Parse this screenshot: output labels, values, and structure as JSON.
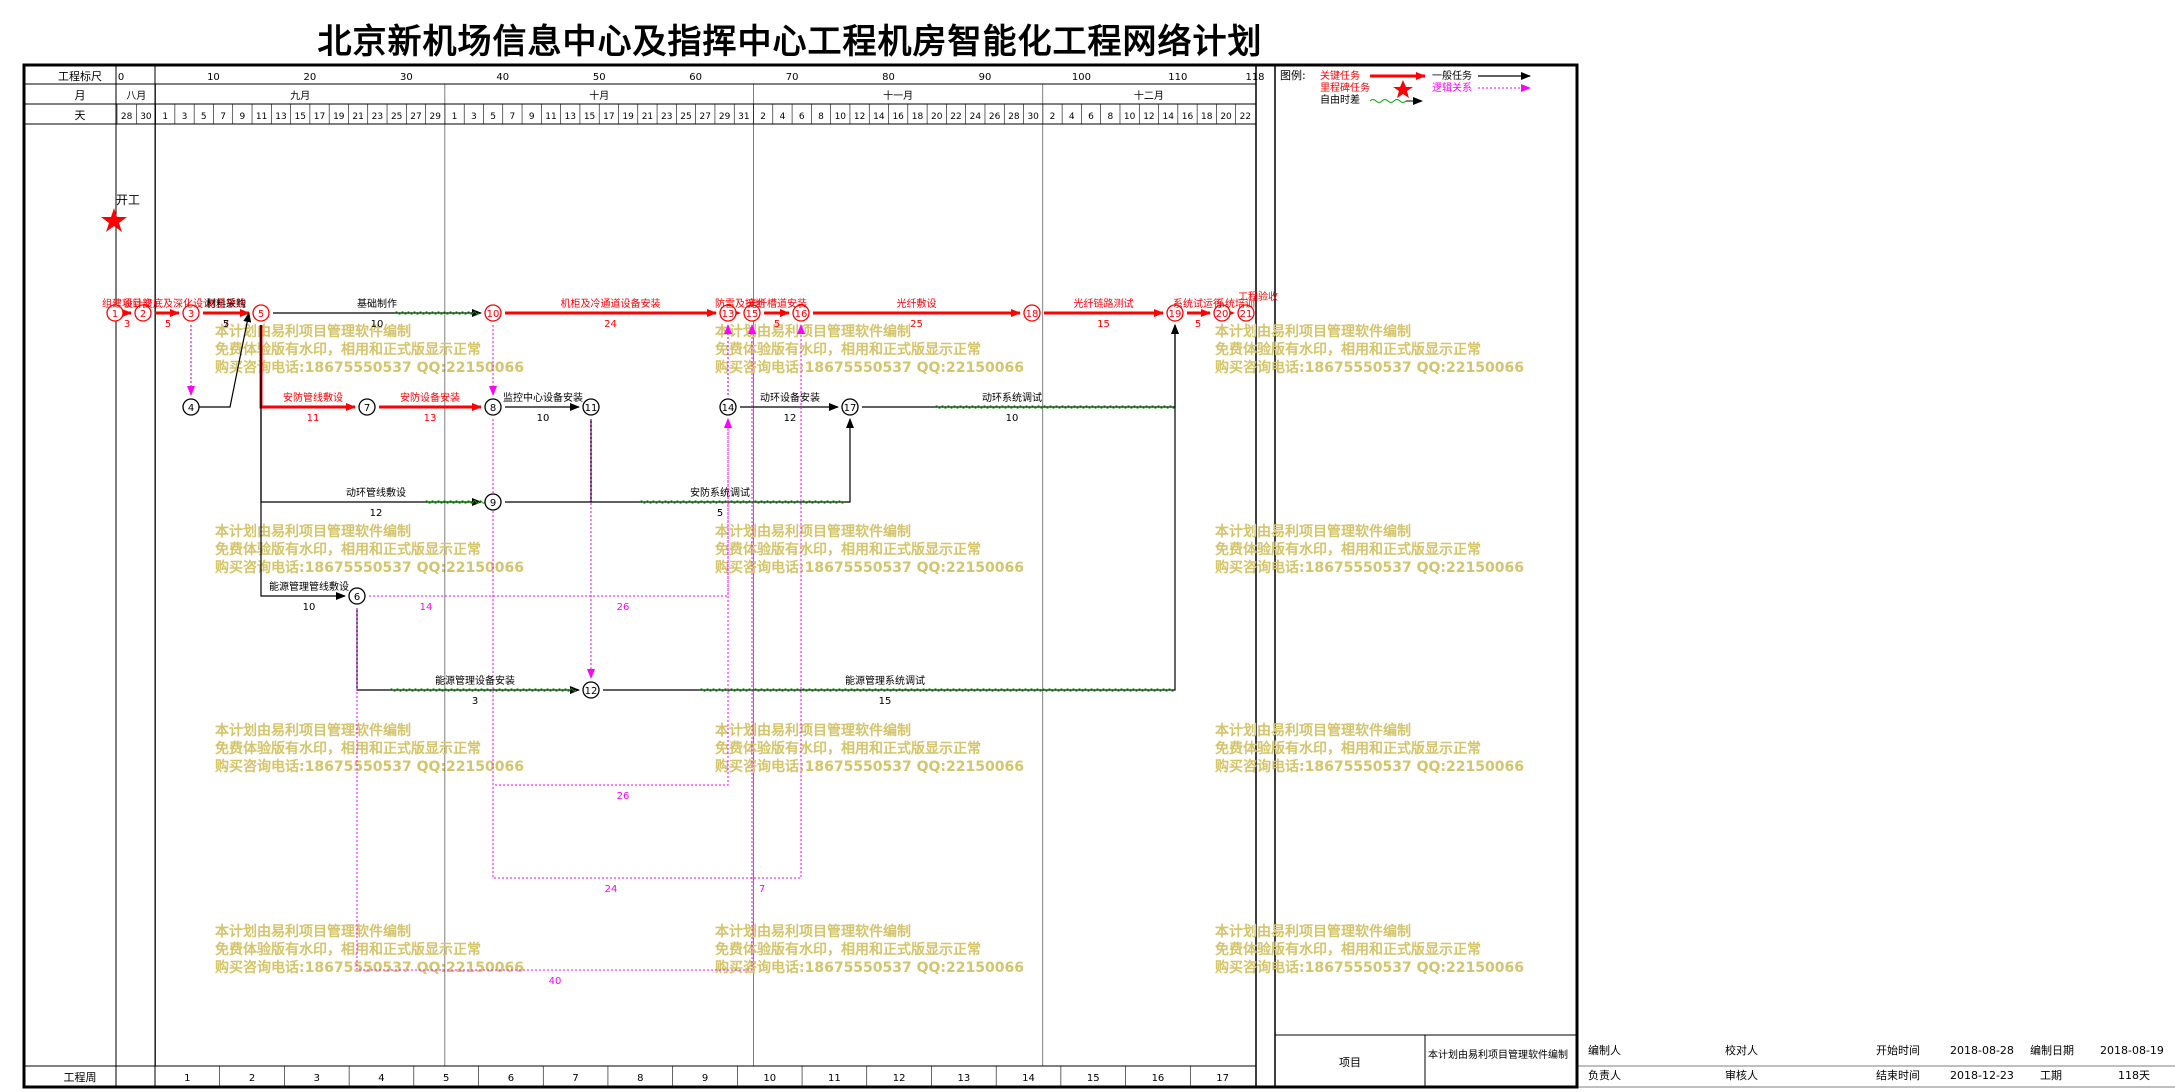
{
  "title": "北京新机场信息中心及指挥中心工程机房智能化工程网络计划",
  "header": {
    "scale_label": "工程标尺",
    "month_label": "月",
    "day_label": "天",
    "week_label": "工程周",
    "scale_ticks": [
      "0",
      "10",
      "20",
      "30",
      "40",
      "50",
      "60",
      "70",
      "80",
      "90",
      "100",
      "110",
      "118"
    ],
    "months": [
      "八月",
      "九月",
      "十月",
      "十一月",
      "十二月"
    ],
    "days": [
      "28",
      "30",
      "1",
      "3",
      "5",
      "7",
      "9",
      "11",
      "13",
      "15",
      "17",
      "19",
      "21",
      "23",
      "25",
      "27",
      "29",
      "1",
      "3",
      "5",
      "7",
      "9",
      "11",
      "13",
      "15",
      "17",
      "19",
      "21",
      "23",
      "25",
      "27",
      "29",
      "31",
      "2",
      "4",
      "6",
      "8",
      "10",
      "12",
      "14",
      "16",
      "18",
      "20",
      "22",
      "24",
      "26",
      "28",
      "30",
      "2",
      "4",
      "6",
      "8",
      "10",
      "12",
      "14",
      "16",
      "18",
      "20",
      "22"
    ],
    "weeks": [
      "1",
      "2",
      "3",
      "4",
      "5",
      "6",
      "7",
      "8",
      "9",
      "10",
      "11",
      "12",
      "13",
      "14",
      "15",
      "16",
      "17"
    ]
  },
  "legend": {
    "title": "图例:",
    "critical": "关键任务",
    "milestone": "里程碑任务",
    "free_float": "自由时差",
    "normal": "一般任务",
    "logic": "逻辑关系"
  },
  "colors": {
    "critical": "#ff0000",
    "normal": "#000000",
    "logic": "#ff00ff",
    "float": "#00aa00",
    "watermark": "#d4c46a"
  },
  "watermark": [
    "本计划由易利项目管理软件编制",
    "免费体验版有水印，相用和正式版显示正常",
    "购买咨询电话:18675550537 QQ:22150066"
  ],
  "milestone": {
    "label": "开工",
    "icon": "star-icon"
  },
  "nodes": [
    "1",
    "2",
    "3",
    "4",
    "5",
    "6",
    "7",
    "8",
    "9",
    "10",
    "11",
    "12",
    "13",
    "14",
    "15",
    "16",
    "17",
    "18",
    "19",
    "20",
    "21"
  ],
  "tasks": [
    {
      "name": "组建项目部",
      "dur": "3"
    },
    {
      "name": "设计交底及深化设计",
      "dur": "5"
    },
    {
      "name": "测量放线",
      "dur": "7"
    },
    {
      "name": "基础制作",
      "dur": "10"
    },
    {
      "name": "机柜及冷通道设备安装",
      "dur": "24"
    },
    {
      "name": "防雷及接地",
      "dur": ""
    },
    {
      "name": "光纤槽道安装",
      "dur": "5"
    },
    {
      "name": "光纤敷设",
      "dur": "25"
    },
    {
      "name": "光纤链路测试",
      "dur": "15"
    },
    {
      "name": "系统试运行",
      "dur": "5"
    },
    {
      "name": "系统培训",
      "dur": ""
    },
    {
      "name": "工程验收",
      "dur": ""
    },
    {
      "name": "材料采购",
      "dur": "5"
    },
    {
      "name": "安防管线敷设",
      "dur": "11"
    },
    {
      "name": "安防设备安装",
      "dur": "13"
    },
    {
      "name": "监控中心设备安装",
      "dur": "10"
    },
    {
      "name": "动环设备安装",
      "dur": "12"
    },
    {
      "name": "动环系统调试",
      "dur": "10"
    },
    {
      "name": "动环管线敷设",
      "dur": "12"
    },
    {
      "name": "安防系统调试",
      "dur": "5"
    },
    {
      "name": "能源管理管线敷设",
      "dur": "10"
    },
    {
      "name": "能源管理设备安装",
      "dur": "3"
    },
    {
      "name": "能源管理系统调试",
      "dur": "15"
    }
  ],
  "logic_labels": [
    "14",
    "26",
    "26",
    "24",
    "7",
    "40"
  ],
  "footer": {
    "project_label": "项目",
    "project_value": "本计划由易利项目管理软件编制",
    "author_label": "编制人",
    "checker_label": "校对人",
    "start_label": "开始时间",
    "start_value": "2018-08-28",
    "compiled_label": "编制日期",
    "compiled_value": "2018-08-19",
    "owner_label": "负责人",
    "reviewer_label": "审核人",
    "end_label": "结束时间",
    "end_value": "2018-12-23",
    "duration_label": "工期",
    "duration_value": "118天"
  }
}
